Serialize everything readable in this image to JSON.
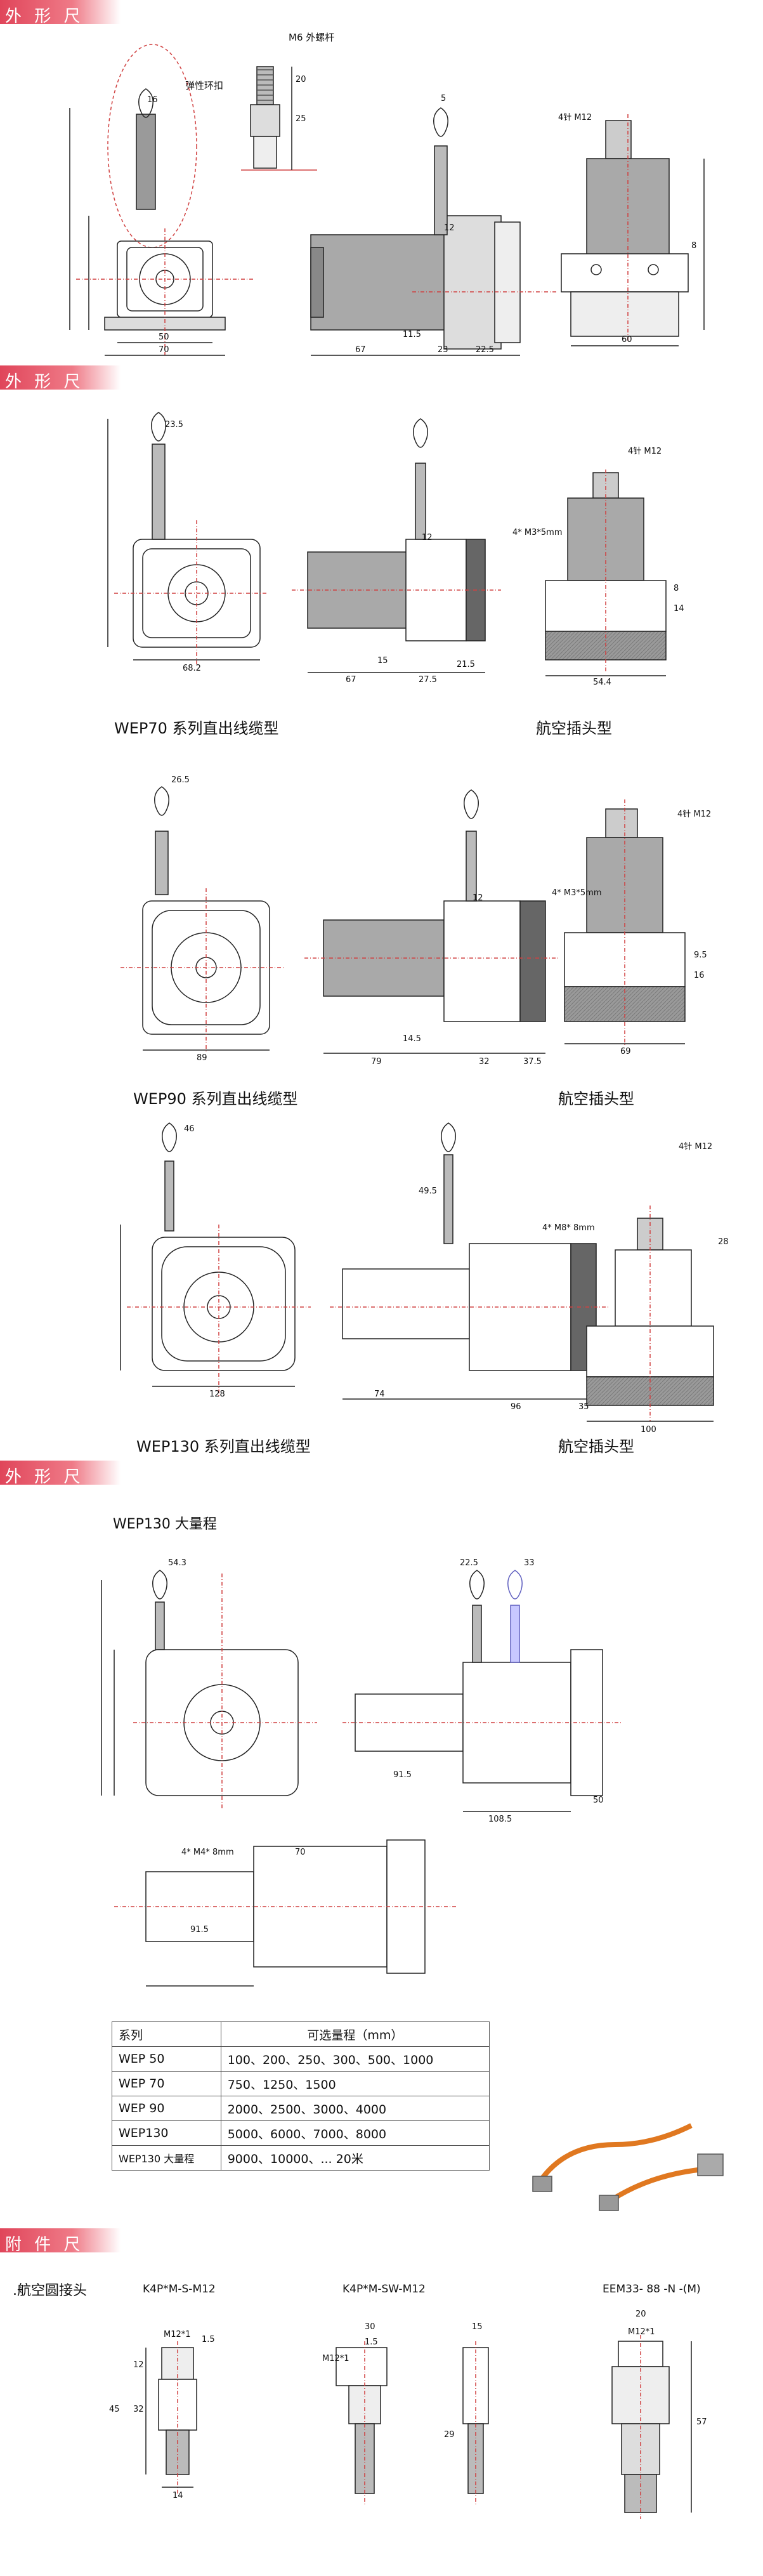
{
  "sections": [
    {
      "banner": "外 形 尺 寸:"
    },
    {
      "banner": "外 形 尺 寸:"
    },
    {
      "banner": "外 形 尺 寸:"
    },
    {
      "banner": "附 件 尺 寸:"
    }
  ],
  "wep50": {
    "thread_label": "M6 外螺杆",
    "clip_label": "弹性环扣",
    "connector_label": "4针 M12",
    "dims": {
      "d16": "16",
      "d20": "20",
      "d25": "25",
      "d5": "5",
      "d12": "12",
      "d50": "50",
      "d70": "70",
      "d67": "67",
      "d11_5": "11.5",
      "d23": "23",
      "d22_5": "22.5",
      "d60": "60",
      "d8": "8"
    }
  },
  "wep70": {
    "caption": "WEP70 系列直出线缆型",
    "connector_caption": "航空插头型",
    "connector_label": "4针 M12",
    "screw_label": "4* M3*5mm",
    "dims": {
      "d23_5": "23.5",
      "d68_2": "68.2",
      "d12": "12",
      "d67": "67",
      "d15": "15",
      "d27_5": "27.5",
      "d21_5": "21.5",
      "d8": "8",
      "d14": "14",
      "d54_4": "54.4"
    }
  },
  "wep90": {
    "caption": "WEP90 系列直出线缆型",
    "connector_caption": "航空插头型",
    "connector_label": "4针 M12",
    "screw_label": "4* M3*5mm",
    "dims": {
      "d26_5": "26.5",
      "d89": "89",
      "d12": "12",
      "d14_5": "14.5",
      "d79": "79",
      "d32": "32",
      "d37_5": "37.5",
      "d9_5": "9.5",
      "d16": "16",
      "d69": "69"
    }
  },
  "wep130": {
    "caption": "WEP130 系列直出线缆型",
    "connector_caption": "航空插头型",
    "connector_label": "4针 M12",
    "screw_label": "4* M8* 8mm",
    "dims": {
      "d46": "46",
      "d128": "128",
      "d49_5": "49.5",
      "d74": "74",
      "d96": "96",
      "d35": "35",
      "d28": "28",
      "d100": "100"
    }
  },
  "wep130_large": {
    "title": "WEP130 大量程",
    "screw_label": "4* M4* 8mm",
    "dims": {
      "d54_3": "54.3",
      "d22_5": "22.5",
      "d33": "33",
      "d91_5a": "91.5",
      "d108_5": "108.5",
      "d50": "50",
      "d70": "70",
      "d91_5b": "91.5"
    }
  },
  "range_table": {
    "headers": [
      "系列",
      "可选量程（mm）"
    ],
    "rows": [
      [
        "WEP 50",
        "100、200、250、300、500、1000"
      ],
      [
        "WEP 70",
        "750、1250、1500"
      ],
      [
        "WEP 90",
        "2000、2500、3000、4000"
      ],
      [
        "WEP130",
        "5000、6000、7000、8000"
      ],
      [
        "WEP130 大量程",
        "9000、10000、... 20米"
      ]
    ]
  },
  "accessories": {
    "heading": ".航空圆接头",
    "items": [
      {
        "model": "K4P*M-S-M12",
        "dims": [
          "M12*1",
          "12",
          "32",
          "45",
          "14",
          "1.5"
        ]
      },
      {
        "model": "K4P*M-SW-M12",
        "dims": [
          "30",
          "M12*1",
          "1.5",
          "15",
          "29"
        ]
      },
      {
        "model": "EEM33- 88 -N -(M)",
        "dims": [
          "20",
          "M12*1",
          "57"
        ]
      }
    ]
  },
  "colors": {
    "banner": "#e0455a",
    "housing": "#a9a9a9",
    "dark": "#555555",
    "guide": "#d04040",
    "cable": "#e07820"
  }
}
